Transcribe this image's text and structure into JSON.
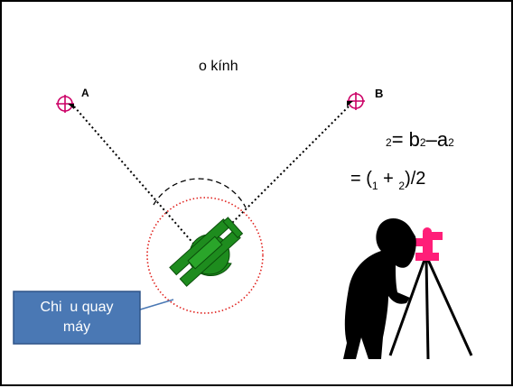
{
  "title": "o kính",
  "points": {
    "a_label": "A",
    "b_label": "B"
  },
  "formulas": {
    "eq1_sub": "2",
    "eq1_rest": "= b",
    "eq1_b_sub": "2",
    "eq1_minus": "–a",
    "eq1_a_sub": "2",
    "eq2_left": "= (",
    "eq2_sub1": "1",
    "eq2_plus": " + ",
    "eq2_sub2": "2",
    "eq2_right": ")/2"
  },
  "callout": {
    "line1": "Chi  u quay",
    "line2": "máy"
  },
  "colors": {
    "target_magenta": "#cc0066",
    "instrument_green": "#1e8c1e",
    "callout_fill": "#4a78b4",
    "rotation_circle_red": "#e0201c",
    "tripod_pink": "#ff1e78"
  },
  "icons": {
    "target_a": "crosshair-target-icon",
    "target_b": "crosshair-target-icon",
    "theodolite": "theodolite-top-view-icon",
    "surveyor": "surveyor-silhouette-icon"
  }
}
